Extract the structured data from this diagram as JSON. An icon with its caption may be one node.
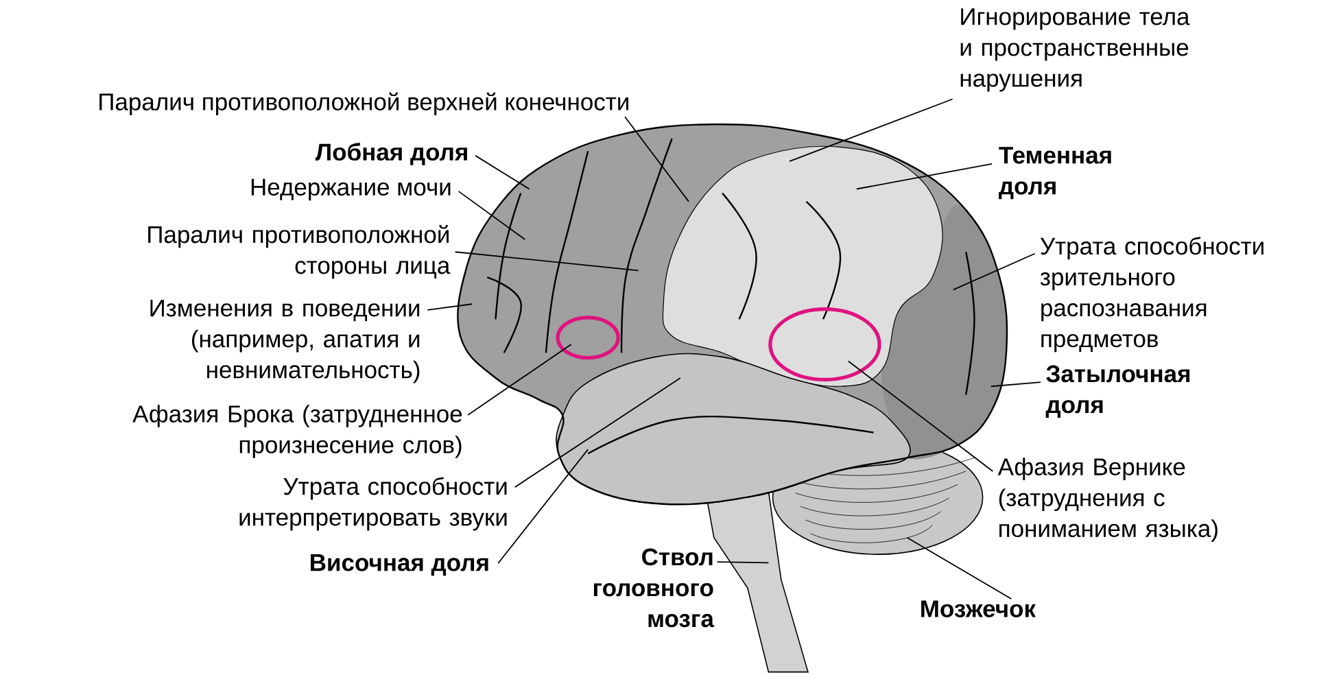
{
  "diagram": {
    "nodes": [
      {
        "text": [
          "Игнорирование тела и пространственные нарушения"
        ]
      },
      {
        "text": [
          "Паралич противоположной верхней конечности"
        ]
      },
      {
        "text": [
          "Лобная доля"
        ]
      },
      {
        "text": [
          "Теменная доля"
        ]
      },
      {
        "text": [
          "Недержание мочи"
        ]
      },
      {
        "text": [
          "Паралич противоположной стороны лица"
        ]
      },
      {
        "text": [
          "Утрата способности зрительного распознавания предметов"
        ]
      },
      {
        "text": [
          "Изменения в поведении (например, апатия и невнимательность)"
        ]
      },
      {
        "text": [
          "Затылочная доля"
        ]
      },
      {
        "text": [
          "Афазия Брока (затрудненное произнесение слов)"
        ]
      },
      {
        "text": [
          "Афазия Вернике (затруднения с пониманием языка)"
        ]
      },
      {
        "text": [
          "Утрата способности интерпретировать звуки"
        ]
      },
      {
        "text": [
          "Височная доля"
        ]
      },
      {
        "text": [
          "Ствол головного мозга"
        ]
      },
      {
        "text": [
          "Мозжечок"
        ]
      }
    ],
    "edges": [
      {
        "from": 0,
        "to": null,
        "arrow": "none"
      },
      {
        "from": 1,
        "to": null,
        "arrow": "none"
      },
      {
        "from": 2,
        "to": null,
        "arrow": "none"
      },
      {
        "from": 3,
        "to": null,
        "arrow": "none"
      },
      {
        "from": 4,
        "to": null,
        "arrow": "none"
      },
      {
        "from": 5,
        "to": null,
        "arrow": "none"
      },
      {
        "from": 6,
        "to": null,
        "arrow": "none"
      },
      {
        "from": 7,
        "to": null,
        "arrow": "none"
      },
      {
        "from": 8,
        "to": null,
        "arrow": "none"
      },
      {
        "from": 9,
        "to": null,
        "arrow": "none"
      },
      {
        "from": 10,
        "to": null,
        "arrow": "none"
      },
      {
        "from": 11,
        "to": null,
        "arrow": "none"
      },
      {
        "from": 12,
        "to": null,
        "arrow": "none"
      },
      {
        "from": 13,
        "to": null,
        "arrow": "none"
      },
      {
        "from": 14,
        "to": null,
        "arrow": "none"
      }
    ]
  }
}
